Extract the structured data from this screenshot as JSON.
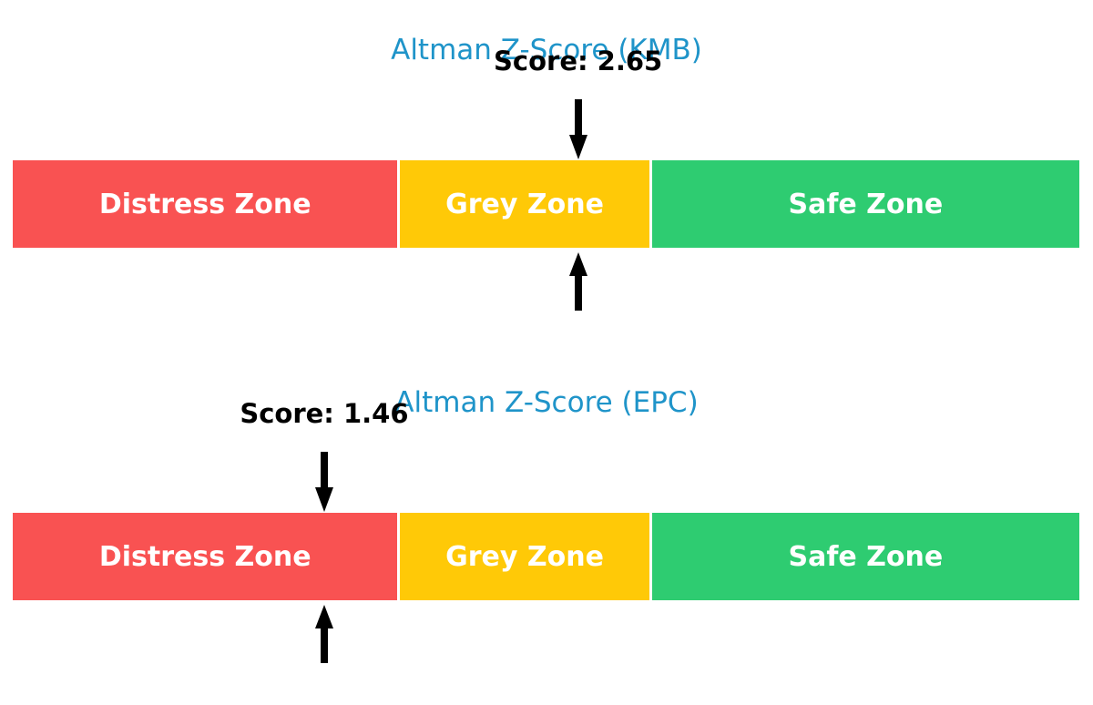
{
  "page": {
    "background": "#ffffff"
  },
  "marker_color": "#000000",
  "chart_data": [
    {
      "type": "bar",
      "subtype": "zone-gauge",
      "title": "Altman Z-Score (KMB)",
      "title_color": "#1f94c9",
      "score": 2.65,
      "score_label": "Score: 2.65",
      "axis_range": [
        0,
        5
      ],
      "grid": false,
      "legend": "none",
      "marker": {
        "shape": "double-vertical-arrows",
        "color": "#000000"
      },
      "zones": [
        {
          "label": "Distress Zone",
          "from": 0,
          "to": 1.81,
          "color": "#f95252"
        },
        {
          "label": "Grey Zone",
          "from": 1.81,
          "to": 2.99,
          "color": "#ffc907"
        },
        {
          "label": "Safe Zone",
          "from": 2.99,
          "to": 5,
          "color": "#2ecc71"
        }
      ]
    },
    {
      "type": "bar",
      "subtype": "zone-gauge",
      "title": "Altman Z-Score (EPC)",
      "title_color": "#1f94c9",
      "score": 1.46,
      "score_label": "Score: 1.46",
      "axis_range": [
        0,
        5
      ],
      "grid": false,
      "legend": "none",
      "marker": {
        "shape": "double-vertical-arrows",
        "color": "#000000"
      },
      "zones": [
        {
          "label": "Distress Zone",
          "from": 0,
          "to": 1.81,
          "color": "#f95252"
        },
        {
          "label": "Grey Zone",
          "from": 1.81,
          "to": 2.99,
          "color": "#ffc907"
        },
        {
          "label": "Safe Zone",
          "from": 2.99,
          "to": 5,
          "color": "#2ecc71"
        }
      ]
    }
  ]
}
